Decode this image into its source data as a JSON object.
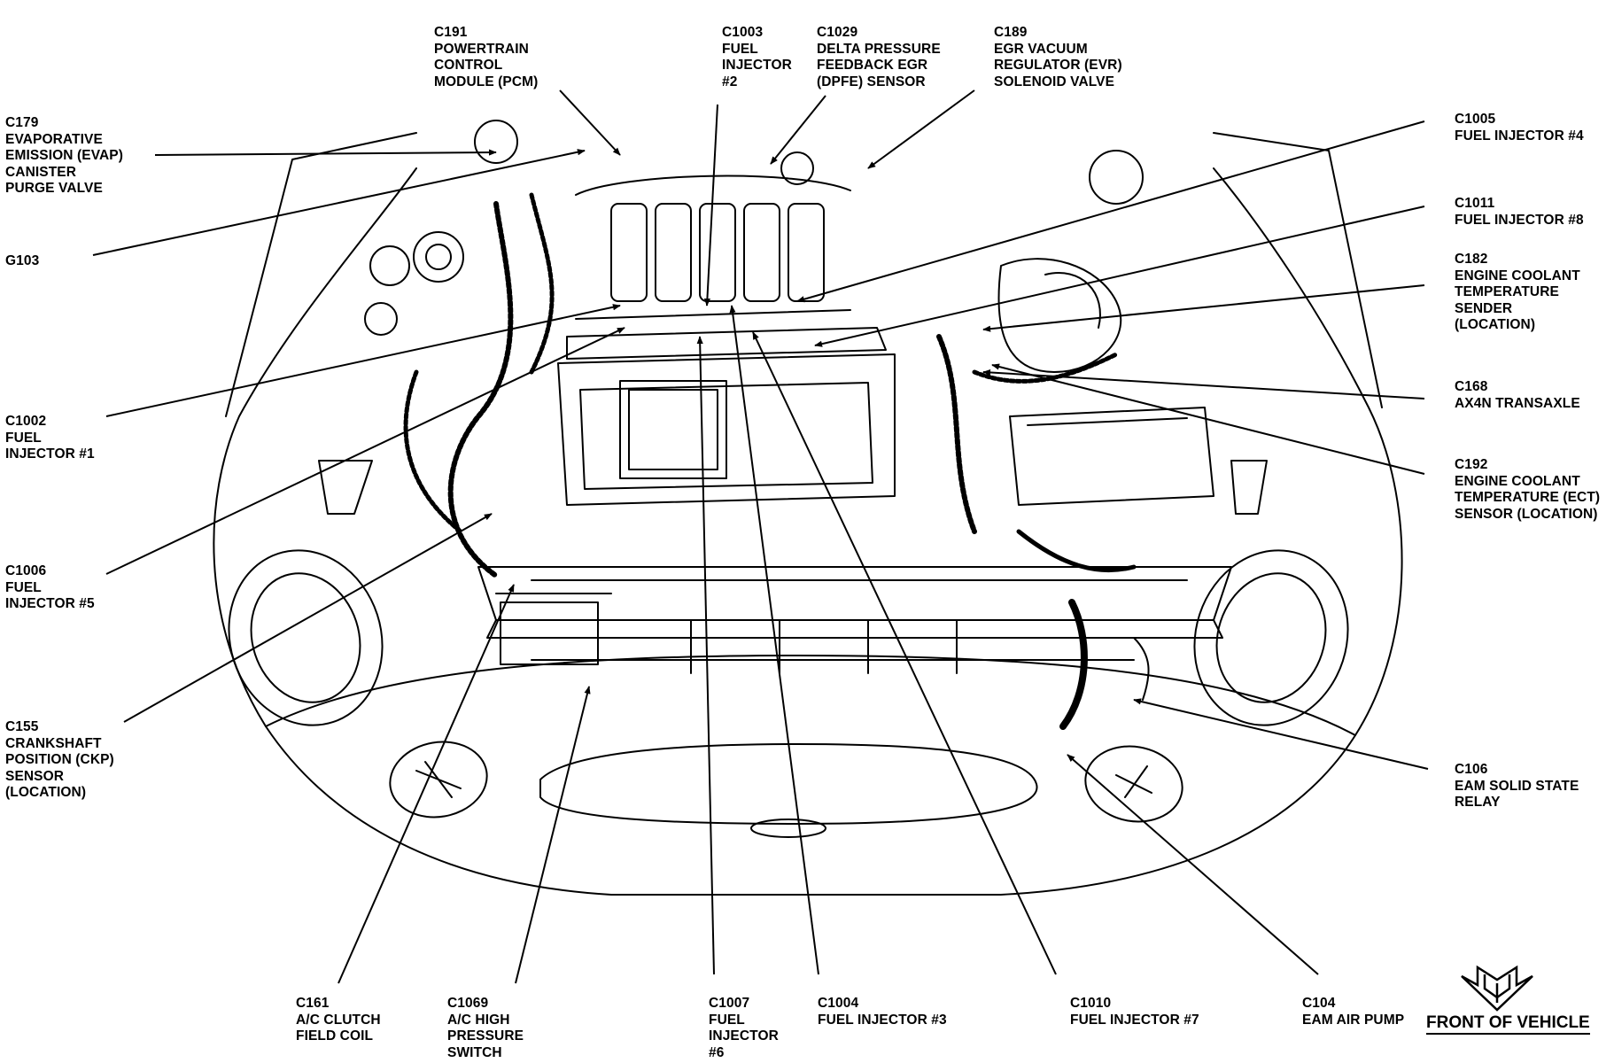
{
  "callouts": [
    {
      "id": "c191",
      "lines": [
        "C191",
        "POWERTRAIN",
        "CONTROL",
        "MODULE (PCM)"
      ]
    },
    {
      "id": "c1003",
      "lines": [
        "C1003",
        "FUEL",
        "INJECTOR",
        "#2"
      ]
    },
    {
      "id": "c1029",
      "lines": [
        "C1029",
        "DELTA PRESSURE",
        "FEEDBACK EGR",
        "(DPFE) SENSOR"
      ]
    },
    {
      "id": "c189",
      "lines": [
        "C189",
        "EGR VACUUM",
        "REGULATOR (EVR)",
        "SOLENOID VALVE"
      ]
    },
    {
      "id": "c179",
      "lines": [
        "C179",
        "EVAPORATIVE",
        "EMISSION (EVAP)",
        "CANISTER",
        "PURGE VALVE"
      ]
    },
    {
      "id": "g103",
      "lines": [
        "G103"
      ]
    },
    {
      "id": "c1005",
      "lines": [
        "C1005",
        "FUEL INJECTOR #4"
      ]
    },
    {
      "id": "c1011",
      "lines": [
        "C1011",
        "FUEL INJECTOR #8"
      ]
    },
    {
      "id": "c182",
      "lines": [
        "C182",
        "ENGINE COOLANT",
        "TEMPERATURE",
        "SENDER",
        "(LOCATION)"
      ]
    },
    {
      "id": "c168",
      "lines": [
        "C168",
        "AX4N TRANSAXLE"
      ]
    },
    {
      "id": "c192",
      "lines": [
        "C192",
        "ENGINE COOLANT",
        "TEMPERATURE (ECT)",
        "SENSOR (LOCATION)"
      ]
    },
    {
      "id": "c1002",
      "lines": [
        "C1002",
        "FUEL",
        "INJECTOR #1"
      ]
    },
    {
      "id": "c1006",
      "lines": [
        "C1006",
        "FUEL",
        "INJECTOR #5"
      ]
    },
    {
      "id": "c155",
      "lines": [
        "C155",
        "CRANKSHAFT",
        "POSITION (CKP)",
        "SENSOR",
        "(LOCATION)"
      ]
    },
    {
      "id": "c106",
      "lines": [
        "C106",
        "EAM SOLID STATE",
        "RELAY"
      ]
    },
    {
      "id": "c161",
      "lines": [
        "C161",
        "A/C CLUTCH",
        "FIELD COIL"
      ]
    },
    {
      "id": "c1069",
      "lines": [
        "C1069",
        "A/C HIGH",
        "PRESSURE",
        "SWITCH"
      ]
    },
    {
      "id": "c1007",
      "lines": [
        "C1007",
        "FUEL",
        "INJECTOR",
        "#6"
      ]
    },
    {
      "id": "c1004",
      "lines": [
        "C1004",
        "FUEL INJECTOR #3"
      ]
    },
    {
      "id": "c1010",
      "lines": [
        "C1010",
        "FUEL INJECTOR #7"
      ]
    },
    {
      "id": "c104",
      "lines": [
        "C104",
        "EAM AIR PUMP"
      ]
    }
  ],
  "front_of_vehicle": "FRONT OF VEHICLE",
  "colors": {
    "ink": "#000000",
    "paper": "#ffffff",
    "shade": "#cfcfcf"
  }
}
